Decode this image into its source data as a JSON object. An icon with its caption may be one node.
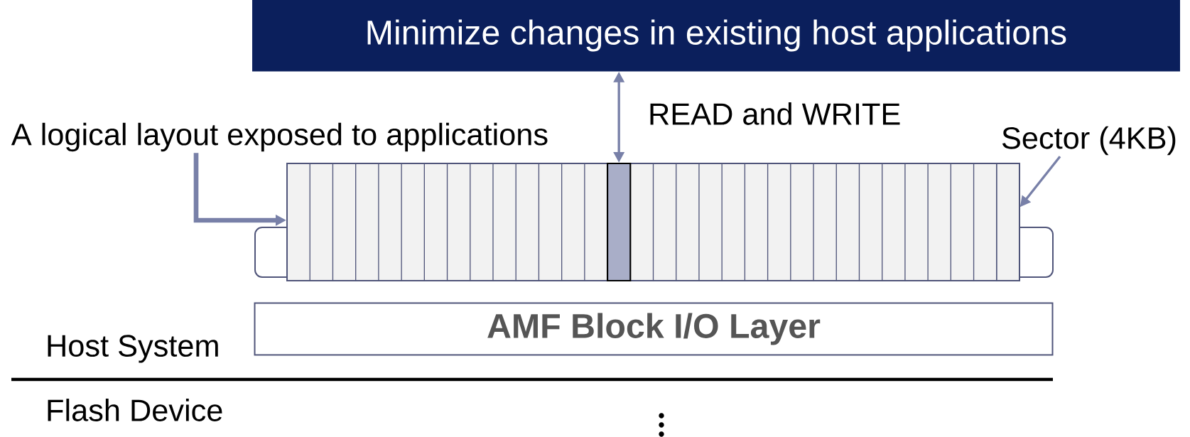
{
  "diagram": {
    "nodes": [
      {
        "text": [
          "Minimize changes in existing host applications"
        ]
      },
      {
        "text": [
          "A logical layout exposed to applications"
        ]
      },
      {
        "text": [],
        "shape": "box"
      },
      {
        "text": [],
        "shape": "box",
        "in": 2
      },
      {
        "text": [
          "Sector (4KB)"
        ]
      },
      {
        "text": [],
        "shape": "box",
        "in": 2
      },
      {
        "text": [
          "AMF Block I/O Layer"
        ]
      }
    ],
    "edges": [
      {
        "from": 0,
        "to": 3,
        "arrow": "both",
        "label": "READ and WRITE"
      },
      {
        "from": 1,
        "to": 2,
        "arrow": "to",
        "style": "thick"
      },
      {
        "from": 4,
        "to": 5,
        "arrow": "to"
      }
    ],
    "labels": [
      "Host System",
      "Flash Device"
    ]
  }
}
